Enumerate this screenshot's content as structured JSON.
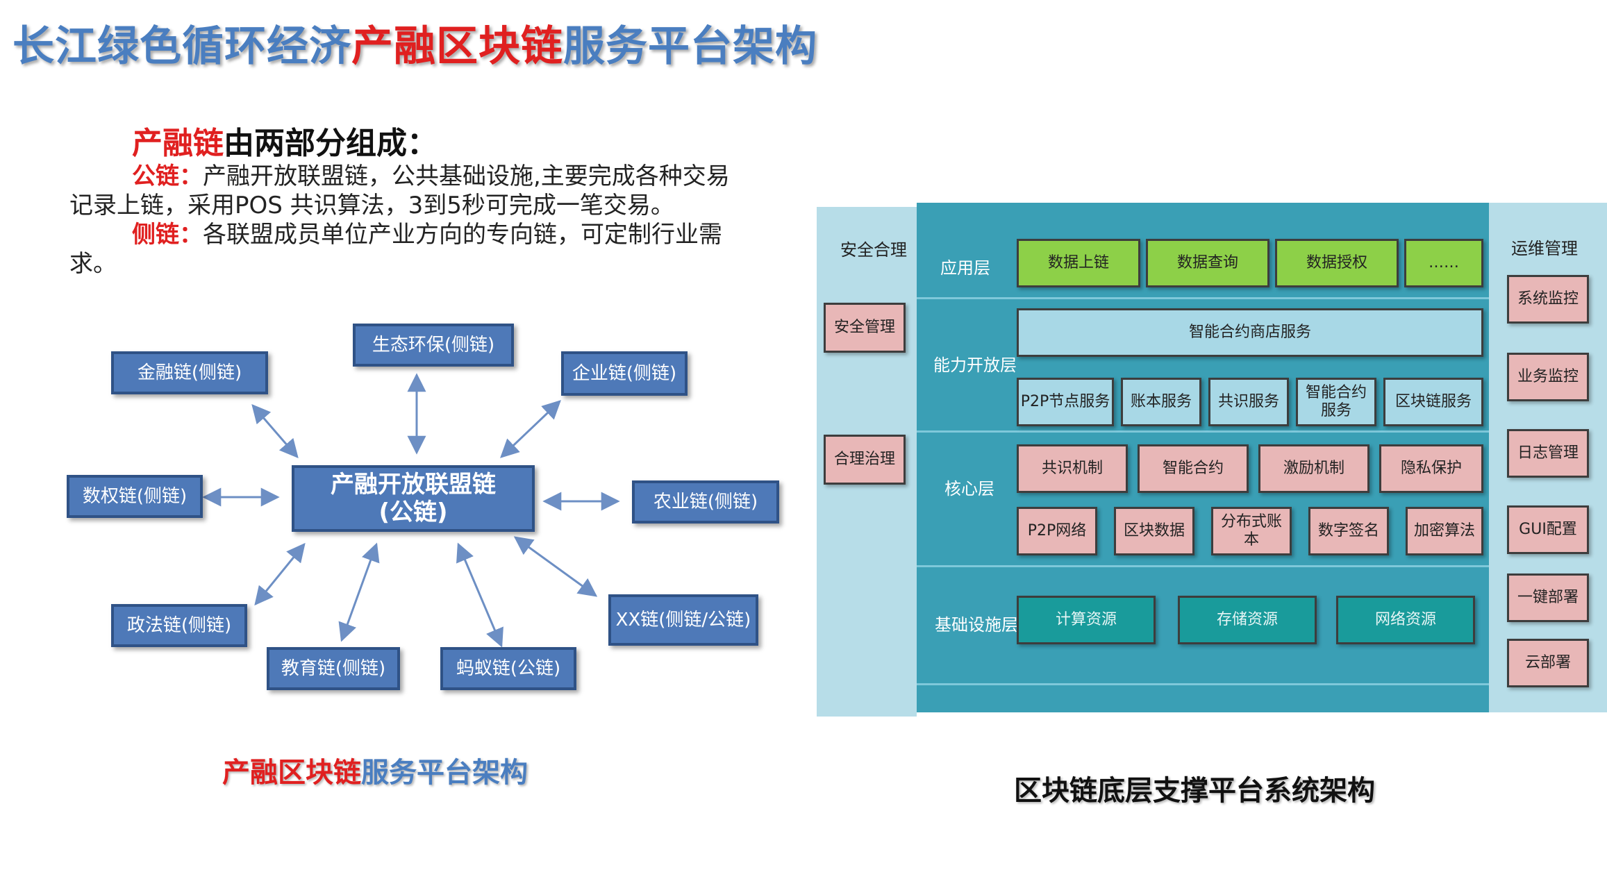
{
  "title": {
    "part1": "长江绿色循环经济",
    "part2": "产融区块链",
    "part3": "服务平台架构"
  },
  "intro": {
    "heading_red": "产融链",
    "heading_rest": "由两部分组成：",
    "public_label": "公链：",
    "public_text1": "产融开放联盟链，公共基础设施,主要完成各种交易",
    "public_text2": "记录上链，采用POS 共识算法，3到5秒可完成一笔交易。",
    "side_label": "侧链：",
    "side_text1": "各联盟成员单位产业方向的专向链，可定制行业需",
    "side_text2": "求。"
  },
  "left_diagram": {
    "center": {
      "line1": "产融开放联盟链",
      "line2": "(公链)"
    },
    "nodes": {
      "ecology": "生态环保(侧链)",
      "finance": "金融链(侧链)",
      "enterprise": "企业链(侧链)",
      "datarights": "数权链(侧链)",
      "agriculture": "农业链(侧链)",
      "politics": "政法链(侧链)",
      "education": "教育链(侧链)",
      "ant": "蚂蚁链(公链)",
      "xx": "XX链(侧链/公链)"
    },
    "caption_red": "产融区块链",
    "caption_blue": "服务平台架构"
  },
  "right_diagram": {
    "left_column": {
      "title": "安全合理",
      "items": [
        "安全管理",
        "合理治理"
      ]
    },
    "right_column": {
      "title": "运维管理",
      "items": [
        "系统监控",
        "业务监控",
        "日志管理",
        "GUI配置",
        "一键部署",
        "云部署"
      ]
    },
    "layers": {
      "app": {
        "label": "应用层",
        "items": [
          "数据上链",
          "数据查询",
          "数据授权",
          "……"
        ]
      },
      "capability": {
        "label": "能力开放层",
        "top": "智能合约商店服务",
        "items": [
          "P2P节点服务",
          "账本服务",
          "共识服务",
          "智能合约服务",
          "区块链服务"
        ]
      },
      "core": {
        "label": "核心层",
        "row1": [
          "共识机制",
          "智能合约",
          "激励机制",
          "隐私保护"
        ],
        "row2": [
          "P2P网络",
          "区块数据",
          "分布式账本",
          "数字签名",
          "加密算法"
        ]
      },
      "infra": {
        "label": "基础设施层",
        "items": [
          "计算资源",
          "存储资源",
          "网络资源"
        ]
      }
    },
    "caption": "区块链底层支撑平台系统架构"
  },
  "colors": {
    "title_blue": "#4a7ec0",
    "accent_red": "#e02020",
    "node_blue": "#4e79b8",
    "app_green": "#8dd048",
    "core_pink": "#e8b7b7",
    "infra_teal": "#199b9b"
  }
}
